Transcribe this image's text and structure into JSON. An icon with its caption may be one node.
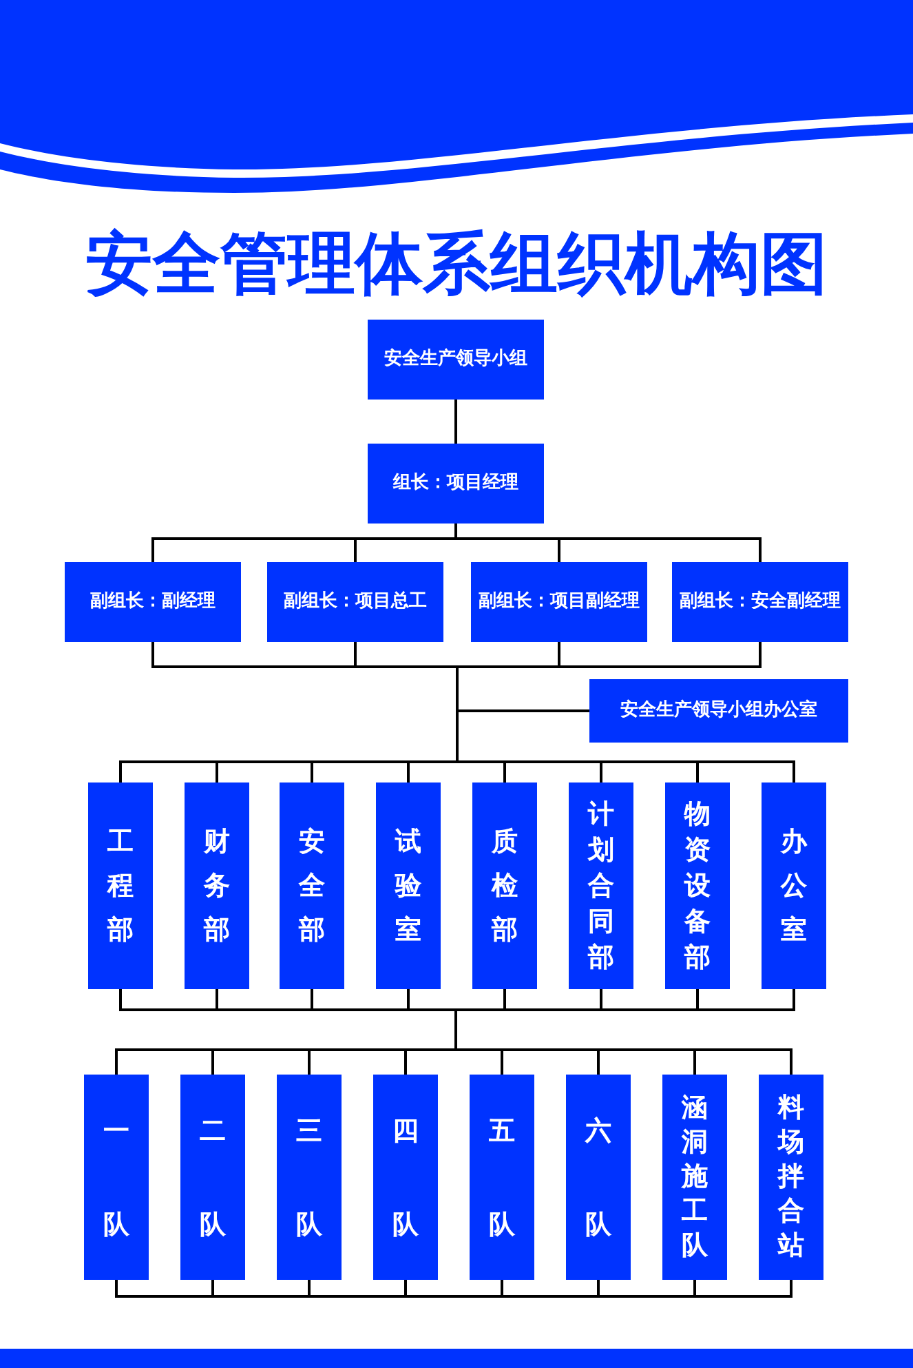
{
  "diagram": {
    "title": "安全管理体系组织机构图",
    "nodes": [
      {
        "text": [
          "安全生产领导小组"
        ]
      },
      {
        "text": [
          "组长：项目经理"
        ]
      },
      {
        "text": [
          "副组长：副经理"
        ]
      },
      {
        "text": [
          "副组长：项目总工"
        ]
      },
      {
        "text": [
          "副组长：项目副经理"
        ]
      },
      {
        "text": [
          "副组长：安全副经理"
        ]
      },
      {
        "text": [
          "安全生产领导小组办公室"
        ]
      },
      {
        "text": [
          "工程部"
        ]
      },
      {
        "text": [
          "财务部"
        ]
      },
      {
        "text": [
          "安全部"
        ]
      },
      {
        "text": [
          "试验室"
        ]
      },
      {
        "text": [
          "质检部"
        ]
      },
      {
        "text": [
          "计划合同部"
        ]
      },
      {
        "text": [
          "物资设备部"
        ]
      },
      {
        "text": [
          "办公室"
        ]
      },
      {
        "text": [
          "一队"
        ]
      },
      {
        "text": [
          "二队"
        ]
      },
      {
        "text": [
          "三队"
        ]
      },
      {
        "text": [
          "四队"
        ]
      },
      {
        "text": [
          "五队"
        ]
      },
      {
        "text": [
          "六队"
        ]
      },
      {
        "text": [
          "涵洞施工队"
        ]
      },
      {
        "text": [
          "料场拌合站"
        ]
      }
    ],
    "edges": [
      {
        "from": 0,
        "to": 1,
        "arrow": "none"
      },
      {
        "from": 1,
        "to": 2,
        "arrow": "none"
      },
      {
        "from": 1,
        "to": 3,
        "arrow": "none"
      },
      {
        "from": 1,
        "to": 4,
        "arrow": "none"
      },
      {
        "from": 1,
        "to": 5,
        "arrow": "none"
      },
      {
        "from": 2,
        "to": 6,
        "arrow": "none"
      },
      {
        "from": 2,
        "to": 7,
        "arrow": "none"
      },
      {
        "from": 2,
        "to": 8,
        "arrow": "none"
      },
      {
        "from": 2,
        "to": 9,
        "arrow": "none"
      },
      {
        "from": 2,
        "to": 10,
        "arrow": "none"
      },
      {
        "from": 2,
        "to": 11,
        "arrow": "none"
      },
      {
        "from": 2,
        "to": 12,
        "arrow": "none"
      },
      {
        "from": 2,
        "to": 13,
        "arrow": "none"
      },
      {
        "from": 2,
        "to": 14,
        "arrow": "none"
      },
      {
        "from": 3,
        "to": 6,
        "arrow": "none"
      },
      {
        "from": 3,
        "to": 7,
        "arrow": "none"
      },
      {
        "from": 3,
        "to": 8,
        "arrow": "none"
      },
      {
        "from": 3,
        "to": 9,
        "arrow": "none"
      },
      {
        "from": 3,
        "to": 10,
        "arrow": "none"
      },
      {
        "from": 3,
        "to": 11,
        "arrow": "none"
      },
      {
        "from": 3,
        "to": 12,
        "arrow": "none"
      },
      {
        "from": 3,
        "to": 13,
        "arrow": "none"
      },
      {
        "from": 3,
        "to": 14,
        "arrow": "none"
      },
      {
        "from": 4,
        "to": 6,
        "arrow": "none"
      },
      {
        "from": 4,
        "to": 7,
        "arrow": "none"
      },
      {
        "from": 4,
        "to": 8,
        "arrow": "none"
      },
      {
        "from": 4,
        "to": 9,
        "arrow": "none"
      },
      {
        "from": 4,
        "to": 10,
        "arrow": "none"
      },
      {
        "from": 4,
        "to": 11,
        "arrow": "none"
      },
      {
        "from": 4,
        "to": 12,
        "arrow": "none"
      },
      {
        "from": 4,
        "to": 13,
        "arrow": "none"
      },
      {
        "from": 4,
        "to": 14,
        "arrow": "none"
      },
      {
        "from": 5,
        "to": 6,
        "arrow": "none"
      },
      {
        "from": 5,
        "to": 7,
        "arrow": "none"
      },
      {
        "from": 5,
        "to": 8,
        "arrow": "none"
      },
      {
        "from": 5,
        "to": 9,
        "arrow": "none"
      },
      {
        "from": 5,
        "to": 10,
        "arrow": "none"
      },
      {
        "from": 5,
        "to": 11,
        "arrow": "none"
      },
      {
        "from": 5,
        "to": 12,
        "arrow": "none"
      },
      {
        "from": 5,
        "to": 13,
        "arrow": "none"
      },
      {
        "from": 5,
        "to": 14,
        "arrow": "none"
      },
      {
        "from": 7,
        "to": 15,
        "arrow": "none"
      },
      {
        "from": 7,
        "to": 16,
        "arrow": "none"
      },
      {
        "from": 7,
        "to": 17,
        "arrow": "none"
      },
      {
        "from": 7,
        "to": 18,
        "arrow": "none"
      },
      {
        "from": 7,
        "to": 19,
        "arrow": "none"
      },
      {
        "from": 7,
        "to": 20,
        "arrow": "none"
      },
      {
        "from": 7,
        "to": 21,
        "arrow": "none"
      },
      {
        "from": 7,
        "to": 22,
        "arrow": "none"
      },
      {
        "from": 8,
        "to": 15,
        "arrow": "none"
      },
      {
        "from": 8,
        "to": 16,
        "arrow": "none"
      },
      {
        "from": 8,
        "to": 17,
        "arrow": "none"
      },
      {
        "from": 8,
        "to": 18,
        "arrow": "none"
      },
      {
        "from": 8,
        "to": 19,
        "arrow": "none"
      },
      {
        "from": 8,
        "to": 20,
        "arrow": "none"
      },
      {
        "from": 8,
        "to": 21,
        "arrow": "none"
      },
      {
        "from": 8,
        "to": 22,
        "arrow": "none"
      },
      {
        "from": 9,
        "to": 15,
        "arrow": "none"
      },
      {
        "from": 9,
        "to": 16,
        "arrow": "none"
      },
      {
        "from": 9,
        "to": 17,
        "arrow": "none"
      },
      {
        "from": 9,
        "to": 18,
        "arrow": "none"
      },
      {
        "from": 9,
        "to": 19,
        "arrow": "none"
      },
      {
        "from": 9,
        "to": 20,
        "arrow": "none"
      },
      {
        "from": 9,
        "to": 21,
        "arrow": "none"
      },
      {
        "from": 9,
        "to": 22,
        "arrow": "none"
      },
      {
        "from": 10,
        "to": 15,
        "arrow": "none"
      },
      {
        "from": 10,
        "to": 16,
        "arrow": "none"
      },
      {
        "from": 10,
        "to": 17,
        "arrow": "none"
      },
      {
        "from": 10,
        "to": 18,
        "arrow": "none"
      },
      {
        "from": 10,
        "to": 19,
        "arrow": "none"
      },
      {
        "from": 10,
        "to": 20,
        "arrow": "none"
      },
      {
        "from": 10,
        "to": 21,
        "arrow": "none"
      },
      {
        "from": 10,
        "to": 22,
        "arrow": "none"
      },
      {
        "from": 11,
        "to": 15,
        "arrow": "none"
      },
      {
        "from": 11,
        "to": 16,
        "arrow": "none"
      },
      {
        "from": 11,
        "to": 17,
        "arrow": "none"
      },
      {
        "from": 11,
        "to": 18,
        "arrow": "none"
      },
      {
        "from": 11,
        "to": 19,
        "arrow": "none"
      },
      {
        "from": 11,
        "to": 20,
        "arrow": "none"
      },
      {
        "from": 11,
        "to": 21,
        "arrow": "none"
      },
      {
        "from": 11,
        "to": 22,
        "arrow": "none"
      },
      {
        "from": 12,
        "to": 15,
        "arrow": "none"
      },
      {
        "from": 12,
        "to": 16,
        "arrow": "none"
      },
      {
        "from": 12,
        "to": 17,
        "arrow": "none"
      },
      {
        "from": 12,
        "to": 18,
        "arrow": "none"
      },
      {
        "from": 12,
        "to": 19,
        "arrow": "none"
      },
      {
        "from": 12,
        "to": 20,
        "arrow": "none"
      },
      {
        "from": 12,
        "to": 21,
        "arrow": "none"
      },
      {
        "from": 12,
        "to": 22,
        "arrow": "none"
      },
      {
        "from": 13,
        "to": 15,
        "arrow": "none"
      },
      {
        "from": 13,
        "to": 16,
        "arrow": "none"
      },
      {
        "from": 13,
        "to": 17,
        "arrow": "none"
      },
      {
        "from": 13,
        "to": 18,
        "arrow": "none"
      },
      {
        "from": 13,
        "to": 19,
        "arrow": "none"
      },
      {
        "from": 13,
        "to": 20,
        "arrow": "none"
      },
      {
        "from": 13,
        "to": 21,
        "arrow": "none"
      },
      {
        "from": 13,
        "to": 22,
        "arrow": "none"
      },
      {
        "from": 14,
        "to": 15,
        "arrow": "none"
      },
      {
        "from": 14,
        "to": 16,
        "arrow": "none"
      },
      {
        "from": 14,
        "to": 17,
        "arrow": "none"
      },
      {
        "from": 14,
        "to": 18,
        "arrow": "none"
      },
      {
        "from": 14,
        "to": 19,
        "arrow": "none"
      },
      {
        "from": 14,
        "to": 20,
        "arrow": "none"
      },
      {
        "from": 14,
        "to": 21,
        "arrow": "none"
      },
      {
        "from": 14,
        "to": 22,
        "arrow": "none"
      },
      {
        "from": 15,
        "to": 16,
        "arrow": "none"
      },
      {
        "from": 16,
        "to": 17,
        "arrow": "none"
      },
      {
        "from": 17,
        "to": 18,
        "arrow": "none"
      },
      {
        "from": 18,
        "to": 19,
        "arrow": "none"
      },
      {
        "from": 19,
        "to": 20,
        "arrow": "none"
      },
      {
        "from": 20,
        "to": 21,
        "arrow": "none"
      },
      {
        "from": 21,
        "to": 22,
        "arrow": "none"
      }
    ]
  }
}
